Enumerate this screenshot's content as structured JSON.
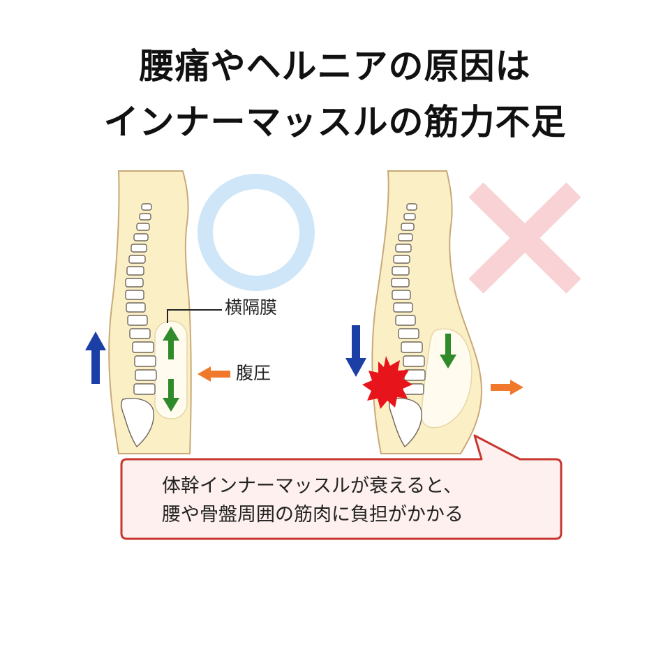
{
  "title": {
    "line1": "腰痛やヘルニアの原因は",
    "line2": "インナーマッスルの筋力不足"
  },
  "labels": {
    "diaphragm": "横隔膜",
    "abdominal_pressure": "腹圧"
  },
  "callout": {
    "line1": "体幹インナーマッスルが衰えると、",
    "line2": "腰や骨盤周囲の筋肉に負担がかかる"
  },
  "symbols": {
    "good": "circle-mark-icon",
    "bad": "cross-mark-icon"
  },
  "colors": {
    "skin": "#fbefc6",
    "skin_outline": "#c9a978",
    "circle_mark": "#cfe6f8",
    "cross_mark": "#f8d2d4",
    "blue_arrow": "#1c3fa6",
    "green_arrow": "#2f8a2a",
    "orange_arrow": "#f0782a",
    "pain_burst": "#e8141c",
    "callout_border": "#c8362f",
    "callout_fill": "#fdf0ee"
  }
}
